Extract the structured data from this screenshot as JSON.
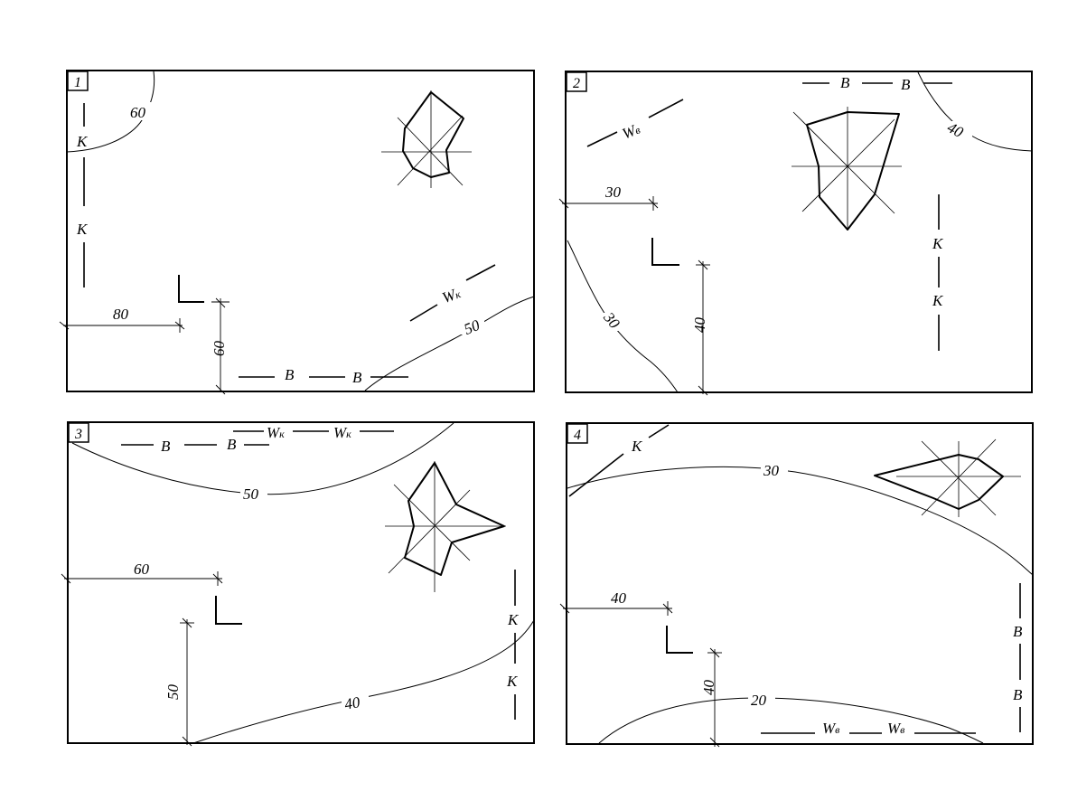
{
  "panels": [
    {
      "number": "1",
      "contour_labels": [
        "60",
        "50"
      ],
      "dim_labels": [
        "80",
        "60"
      ],
      "line_symbols": [
        {
          "letter": "К",
          "subscript": ""
        },
        {
          "letter": "К",
          "subscript": ""
        },
        {
          "letter": "В",
          "subscript": ""
        },
        {
          "letter": "В",
          "subscript": ""
        },
        {
          "letter": "W",
          "subscript": "к"
        }
      ]
    },
    {
      "number": "2",
      "contour_labels": [
        "40",
        "30"
      ],
      "dim_labels": [
        "30",
        "40"
      ],
      "line_symbols": [
        {
          "letter": "В",
          "subscript": ""
        },
        {
          "letter": "В",
          "subscript": ""
        },
        {
          "letter": "W",
          "subscript": "в"
        },
        {
          "letter": "К",
          "subscript": ""
        },
        {
          "letter": "К",
          "subscript": ""
        }
      ]
    },
    {
      "number": "3",
      "contour_labels": [
        "50",
        "40"
      ],
      "dim_labels": [
        "60",
        "50"
      ],
      "line_symbols": [
        {
          "letter": "В",
          "subscript": ""
        },
        {
          "letter": "В",
          "subscript": ""
        },
        {
          "letter": "W",
          "subscript": "к"
        },
        {
          "letter": "W",
          "subscript": "к"
        },
        {
          "letter": "К",
          "subscript": ""
        },
        {
          "letter": "К",
          "subscript": ""
        }
      ]
    },
    {
      "number": "4",
      "contour_labels": [
        "30",
        "20"
      ],
      "dim_labels": [
        "40",
        "40"
      ],
      "line_symbols": [
        {
          "letter": "К",
          "subscript": ""
        },
        {
          "letter": "В",
          "subscript": ""
        },
        {
          "letter": "В",
          "subscript": ""
        },
        {
          "letter": "W",
          "subscript": "в"
        },
        {
          "letter": "W",
          "subscript": "в"
        }
      ]
    }
  ]
}
